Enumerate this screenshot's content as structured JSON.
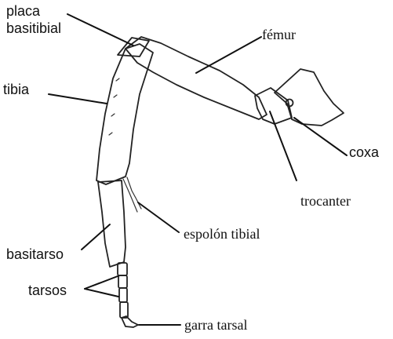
{
  "labels": {
    "placa_line1": "placa",
    "placa_line2": "basitibial",
    "femur": "fémur",
    "tibia": "tibia",
    "coxa": "coxa",
    "trocanter": "trocanter",
    "espolon": "espolón tibial",
    "basitarso": "basitarso",
    "tarsos": "tarsos",
    "garra": "garra tarsal"
  },
  "colors": {
    "ink": "#111111",
    "background": "#ffffff"
  }
}
